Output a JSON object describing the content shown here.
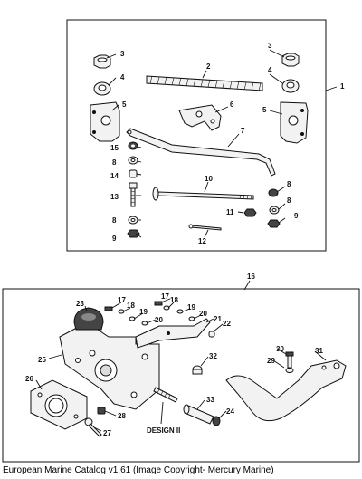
{
  "labels": {
    "top_1": "1",
    "top_2": "2",
    "top_3a": "3",
    "top_3b": "3",
    "top_4a": "4",
    "top_4b": "4",
    "top_5a": "5",
    "top_5b": "5",
    "top_6": "6",
    "top_7": "7",
    "top_8a": "8",
    "top_8b": "8",
    "top_8c": "8",
    "top_8d": "8",
    "top_9a": "9",
    "top_9b": "9",
    "top_10": "10",
    "top_11": "11",
    "top_12": "12",
    "top_13": "13",
    "top_14": "14",
    "top_15": "15",
    "bot_16": "16",
    "bot_17a": "17",
    "bot_17b": "17",
    "bot_18a": "18",
    "bot_18b": "18",
    "bot_19a": "19",
    "bot_19b": "19",
    "bot_20a": "20",
    "bot_20b": "20",
    "bot_21": "21",
    "bot_22": "22",
    "bot_23": "23",
    "bot_24": "24",
    "bot_25": "25",
    "bot_26": "26",
    "bot_27": "27",
    "bot_28": "28",
    "bot_29": "29",
    "bot_30": "30",
    "bot_31": "31",
    "bot_32": "32",
    "bot_33": "33"
  },
  "design_label": "DESIGN II",
  "footer": "European Marine Catalog v1.61 (Image Copyright- Mercury Marine)"
}
